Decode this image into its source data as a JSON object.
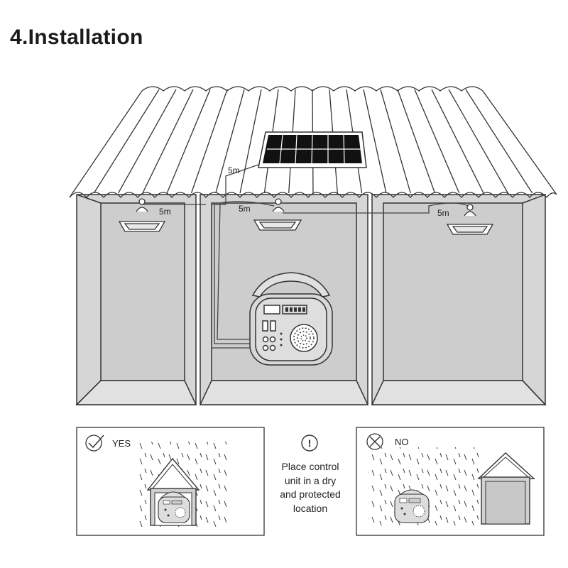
{
  "header": {
    "title": "4.Installation"
  },
  "diagram": {
    "cable_labels": {
      "panel_to_unit": "5m",
      "left_lamp": "5m",
      "center_lamp": "5m",
      "right_lamp": "5m"
    },
    "components": [
      "solar-panel",
      "pendant-lamp",
      "pendant-lamp",
      "pendant-lamp",
      "control-unit"
    ]
  },
  "guidance": {
    "yes_label": "YES",
    "no_label": "NO",
    "warning_symbol": "!",
    "note_lines": [
      "Place control",
      "unit in a dry",
      "and protected",
      "location"
    ]
  },
  "colors": {
    "wall_fill": "#d4d4d4",
    "wall_inner": "#c8c8c8",
    "line": "#333333"
  }
}
